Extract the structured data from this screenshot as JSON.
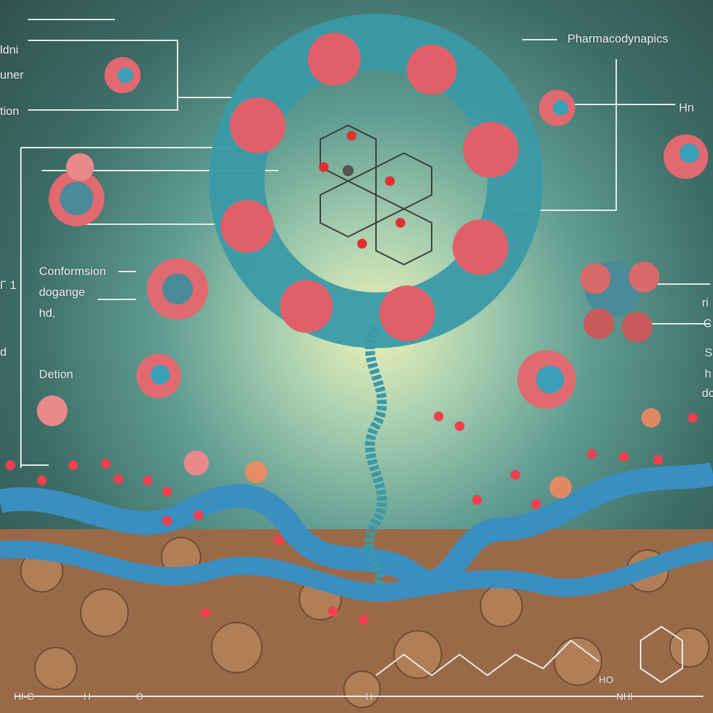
{
  "labels": {
    "top_left_1": "ldni",
    "top_left_2": "uner",
    "top_left_3": "tion",
    "mid_left_1": "Conformsion",
    "mid_left_2": "dogange",
    "mid_left_3": "hd,",
    "mid_left_4": "Detion",
    "edge_left_1": "Γ 1",
    "edge_left_2": "d",
    "top_right_title": "Pharmacodynapics",
    "top_right_2": "Hn",
    "right_1": "ri",
    "right_2": "C",
    "right_3": "S",
    "right_4": "h",
    "right_5": "dc",
    "bottom_1": "HI-C",
    "bottom_2": "H",
    "bottom_3": "O",
    "bottom_4": "H",
    "bottom_5": "HO",
    "bottom_6": "NHl"
  },
  "colors": {
    "protein_teal": "#3a9aa8",
    "protein_pink": "#e0606a",
    "membrane_blue": "#3a8ec0",
    "tissue_brown": "#9a6a48",
    "label_line": "#e8eee8"
  }
}
